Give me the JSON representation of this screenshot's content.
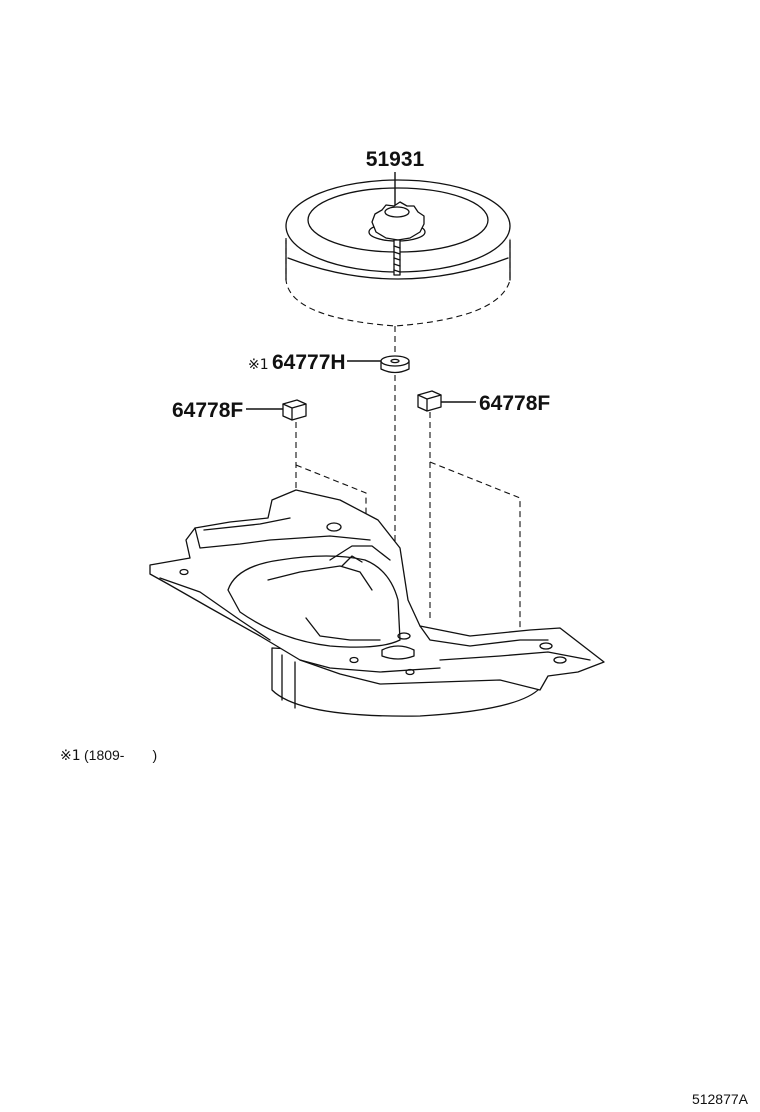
{
  "parts": {
    "spare_tire": {
      "number": "51931"
    },
    "center_spacer": {
      "note_mark": "※1",
      "number": "64777H"
    },
    "spacer_left": {
      "number": "64778F"
    },
    "spacer_right": {
      "number": "64778F"
    }
  },
  "footnote": {
    "mark": "※1",
    "text": "(1809-　　)"
  },
  "illustration_id": "512877A"
}
